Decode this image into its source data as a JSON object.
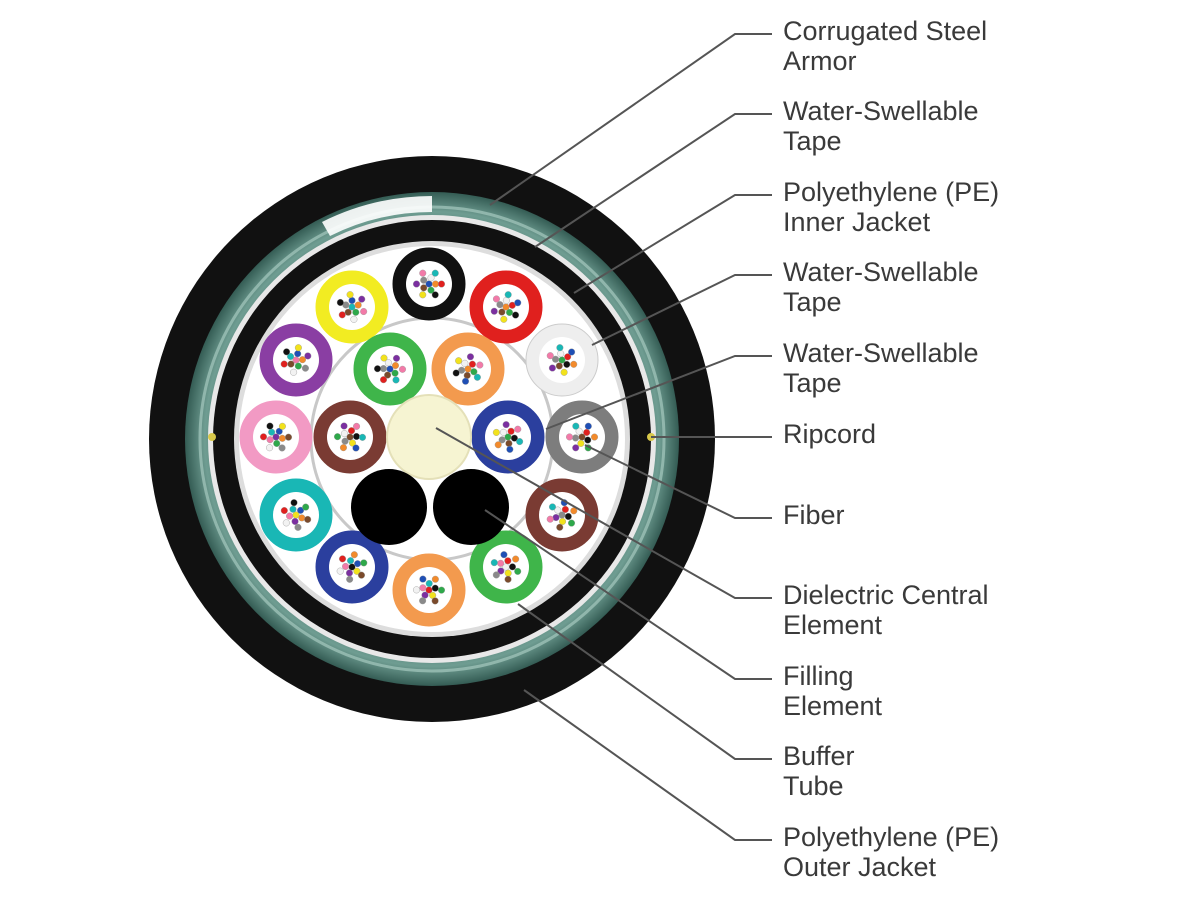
{
  "labels": [
    {
      "line1": "Corrugated Steel",
      "line2": "Armor"
    },
    {
      "line1": "Water-Swellable",
      "line2": "Tape"
    },
    {
      "line1": "Polyethylene (PE)",
      "line2": "Inner Jacket"
    },
    {
      "line1": "Water-Swellable",
      "line2": "Tape"
    },
    {
      "line1": "Water-Swellable",
      "line2": "Tape"
    },
    {
      "line1": "Ripcord",
      "line2": ""
    },
    {
      "line1": "Fiber",
      "line2": ""
    },
    {
      "line1": "Dielectric Central",
      "line2": "Element"
    },
    {
      "line1": "Filling",
      "line2": "Element"
    },
    {
      "line1": "Buffer",
      "line2": "Tube"
    },
    {
      "line1": "Polyethylene (PE)",
      "line2": "Outer Jacket"
    }
  ],
  "colors": {
    "outer_jacket": "#111111",
    "armor": "#4e7c72",
    "armor_highlight": "#8fb5ab",
    "inner_jacket": "#111111",
    "core_background": "#ffffff",
    "central_element": "#f6f4d2",
    "filling_element": "#000000",
    "leader_line": "#555555",
    "label_text": "#3a3a3a"
  },
  "buffer_tube_colors": {
    "outer_ring": [
      "black",
      "red",
      "white",
      "gray",
      "brown",
      "green",
      "orange",
      "blue",
      "aqua",
      "rose",
      "violet",
      "yellow"
    ],
    "inner_ring": [
      "green",
      "orange",
      "blue",
      "brown"
    ]
  },
  "fiber_colors": [
    "#1f4fb5",
    "#f28a2b",
    "#2ea84a",
    "#7a4a2b",
    "#8a8a8a",
    "#f2f2f2",
    "#e0201e",
    "#111111",
    "#f2e21c",
    "#7b2fa0",
    "#f27aa8",
    "#19b7b5"
  ]
}
